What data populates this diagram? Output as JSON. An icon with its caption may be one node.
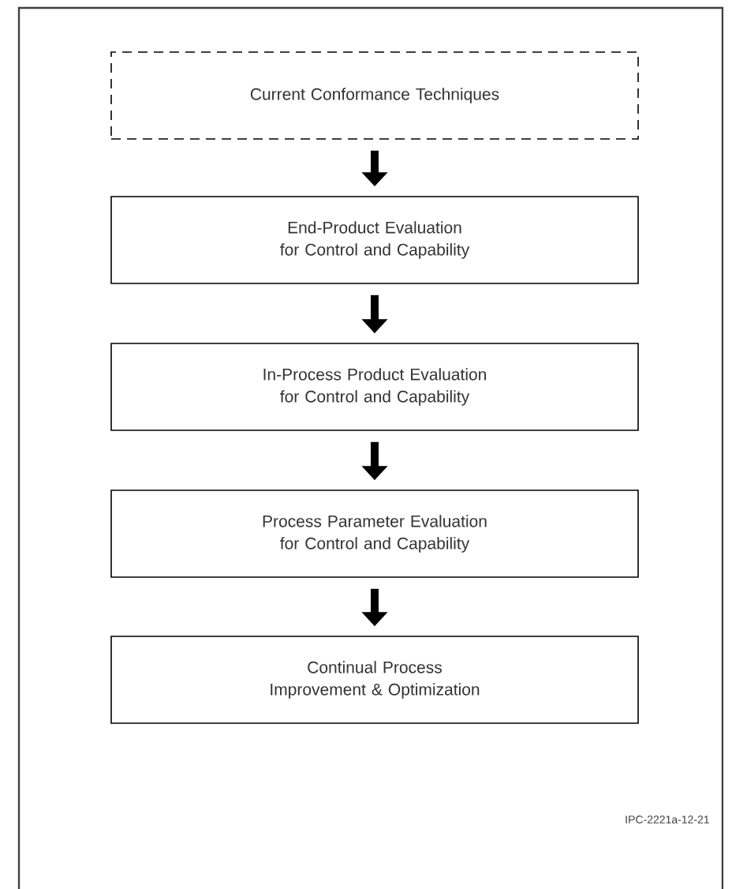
{
  "diagram": {
    "nodes": [
      {
        "text": [
          "Current Conformance Techniques"
        ]
      },
      {
        "text": [
          "End-Product Evaluation for Control and Capability"
        ]
      },
      {
        "text": [
          "In-Process Product Evaluation for Control and Capability"
        ]
      },
      {
        "text": [
          "Process Parameter Evaluation for Control and Capability"
        ]
      },
      {
        "text": [
          "Continual Process Improvement & Optimization"
        ]
      }
    ],
    "edges": [
      {
        "from": 0,
        "to": 1,
        "arrow": "to"
      },
      {
        "from": 1,
        "to": 2,
        "arrow": "to"
      },
      {
        "from": 2,
        "to": 3,
        "arrow": "to"
      },
      {
        "from": 3,
        "to": 4,
        "arrow": "to"
      }
    ],
    "labels": [
      "IPC-2221a-12-21"
    ]
  }
}
